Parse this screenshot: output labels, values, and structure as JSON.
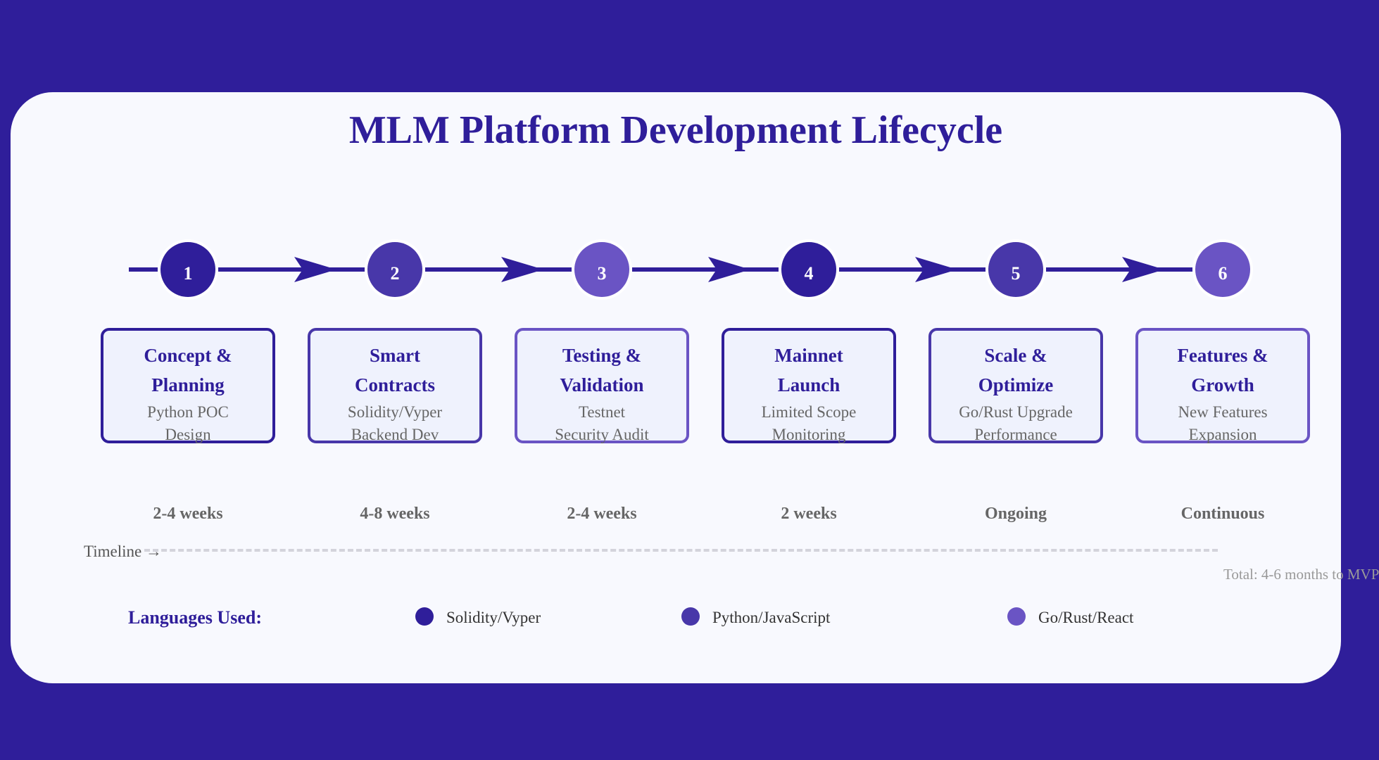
{
  "title": "MLM Platform Development Lifecycle",
  "colors": {
    "background": "#2f1e9a",
    "card": "#f8f9fe",
    "primary": "#2f1e9a",
    "secondary": "#4837a9",
    "tertiary": "#6a54c4",
    "box_fill": "#eff2fd"
  },
  "steps": [
    {
      "number": "1",
      "name_lines": [
        "Concept &",
        "Planning"
      ],
      "desc_lines": [
        "Python POC",
        "Design"
      ],
      "duration": "2-4 weeks",
      "color": "#2f1e9a"
    },
    {
      "number": "2",
      "name_lines": [
        "Smart",
        "Contracts"
      ],
      "desc_lines": [
        "Solidity/Vyper",
        "Backend Dev"
      ],
      "duration": "4-8 weeks",
      "color": "#4837a9"
    },
    {
      "number": "3",
      "name_lines": [
        "Testing &",
        "Validation"
      ],
      "desc_lines": [
        "Testnet",
        "Security Audit"
      ],
      "duration": "2-4 weeks",
      "color": "#6a54c4"
    },
    {
      "number": "4",
      "name_lines": [
        "Mainnet",
        "Launch"
      ],
      "desc_lines": [
        "Limited Scope",
        "Monitoring"
      ],
      "duration": "2 weeks",
      "color": "#2f1e9a"
    },
    {
      "number": "5",
      "name_lines": [
        "Scale &",
        "Optimize"
      ],
      "desc_lines": [
        "Go/Rust Upgrade",
        "Performance"
      ],
      "duration": "Ongoing",
      "color": "#4837a9"
    },
    {
      "number": "6",
      "name_lines": [
        "Features &",
        "Growth"
      ],
      "desc_lines": [
        "New Features",
        "Expansion"
      ],
      "duration": "Continuous",
      "color": "#6a54c4"
    }
  ],
  "timeline": {
    "label": "Timeline →",
    "total": "Total: 4-6 months to MVP"
  },
  "languages": {
    "title": "Languages Used:",
    "items": [
      {
        "label": "Solidity/Vyper",
        "color": "#2f1e9a"
      },
      {
        "label": "Python/JavaScript",
        "color": "#4837a9"
      },
      {
        "label": "Go/Rust/React",
        "color": "#6a54c4"
      }
    ]
  }
}
